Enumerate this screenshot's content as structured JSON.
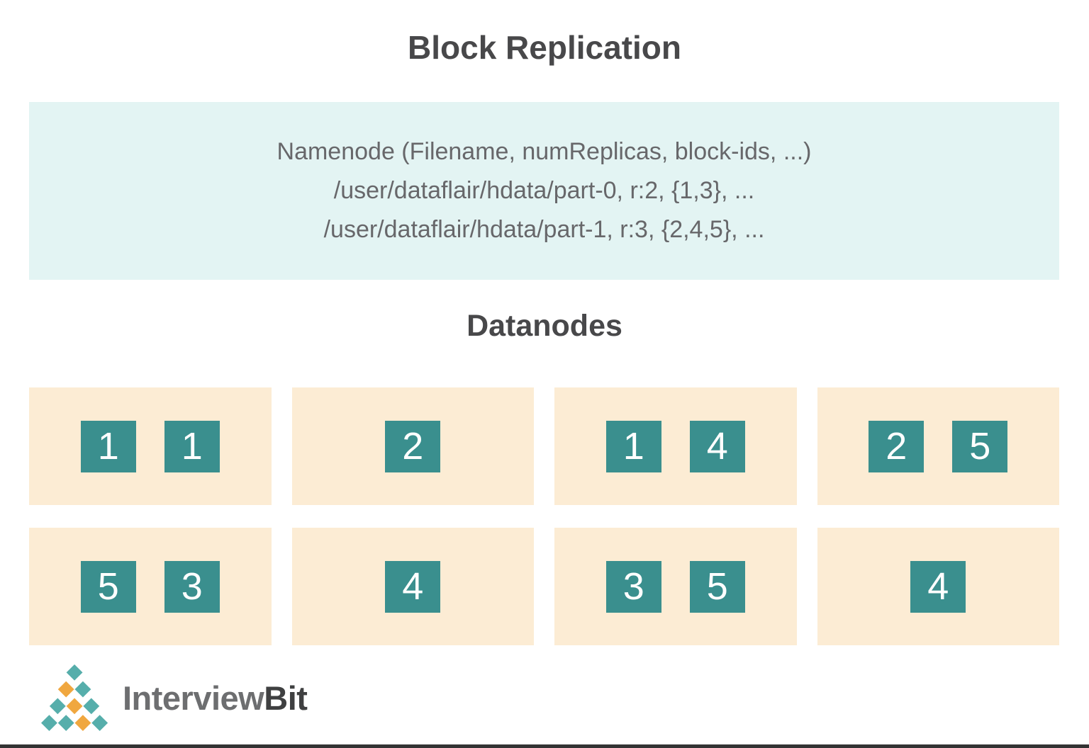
{
  "title": "Block Replication",
  "namenode": {
    "line1": "Namenode (Filename, numReplicas, block-ids, ...)",
    "line2": "/user/dataflair/hdata/part-0, r:2, {1,3}, ...",
    "line3": "/user/dataflair/hdata/part-1, r:3, {2,4,5}, ..."
  },
  "datanodes_heading": "Datanodes",
  "datanodes": [
    {
      "blocks": [
        "1",
        "1"
      ]
    },
    {
      "blocks": [
        "2"
      ]
    },
    {
      "blocks": [
        "1",
        "4"
      ]
    },
    {
      "blocks": [
        "2",
        "5"
      ]
    },
    {
      "blocks": [
        "5",
        "3"
      ]
    },
    {
      "blocks": [
        "4"
      ]
    },
    {
      "blocks": [
        "3",
        "5"
      ]
    },
    {
      "blocks": [
        "4"
      ]
    }
  ],
  "logo": {
    "text_primary": "Interview",
    "text_secondary": "Bit"
  },
  "colors": {
    "title_color": "#48484a",
    "namenode_bg": "#e3f4f3",
    "namenode_text": "#67676a",
    "datanode_bg": "#fcecd4",
    "block_bg": "#3a8f8e",
    "block_text": "#ffffff",
    "logo_teal": "#56aeab",
    "logo_orange": "#f0a73f",
    "logo_gray": "#6d6e70",
    "logo_dark": "#3f4041"
  }
}
